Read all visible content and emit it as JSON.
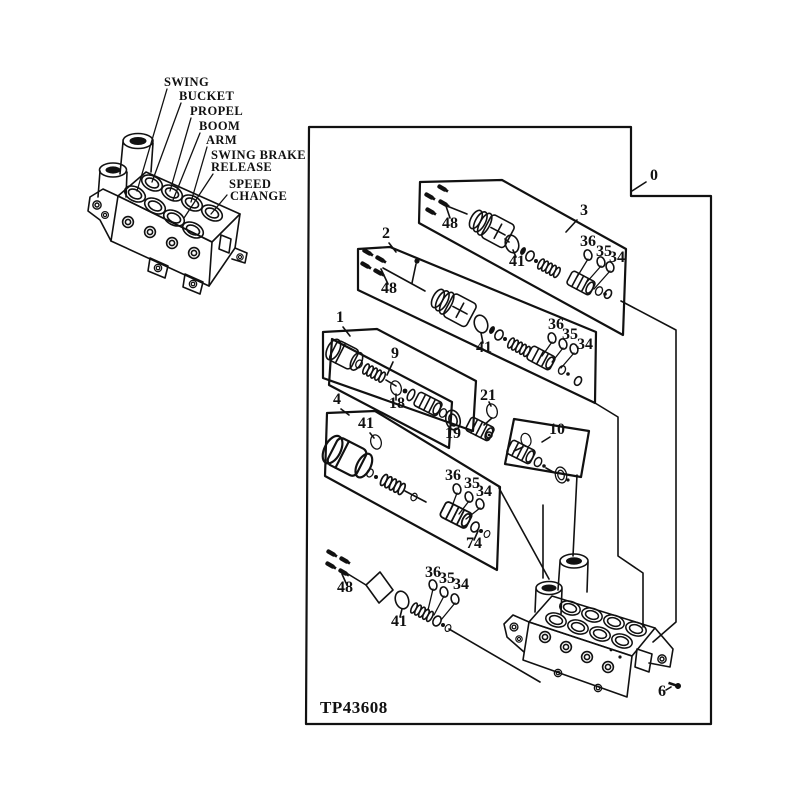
{
  "colors": {
    "ink": "#111111",
    "paper": "#ffffff"
  },
  "figure": {
    "code": "TP43608",
    "frame_ref": "0"
  },
  "callouts": {
    "swing": "SWING",
    "bucket": "BUCKET",
    "propel": "PROPEL",
    "boom": "BOOM",
    "arm": "ARM",
    "swing_brake_l1": "SWING BRAKE",
    "swing_brake_l2": "RELEASE",
    "speed_change_l1": "SPEED",
    "speed_change_l2": "CHANGE"
  },
  "part_numbers": {
    "assembly": "0",
    "valve_group_1": "1",
    "valve_group_2": "2",
    "valve_group_3": "3",
    "valve_group_4": "4",
    "screw_6": "6",
    "spool_9": "9",
    "valve_group_10": "10",
    "seal_18": "18",
    "cap_19": "19",
    "seal_21": "21",
    "oring_34": "34",
    "oring_35": "35",
    "oring_36": "36",
    "plug_41": "41",
    "bolt_48": "48",
    "seal_74": "74"
  }
}
